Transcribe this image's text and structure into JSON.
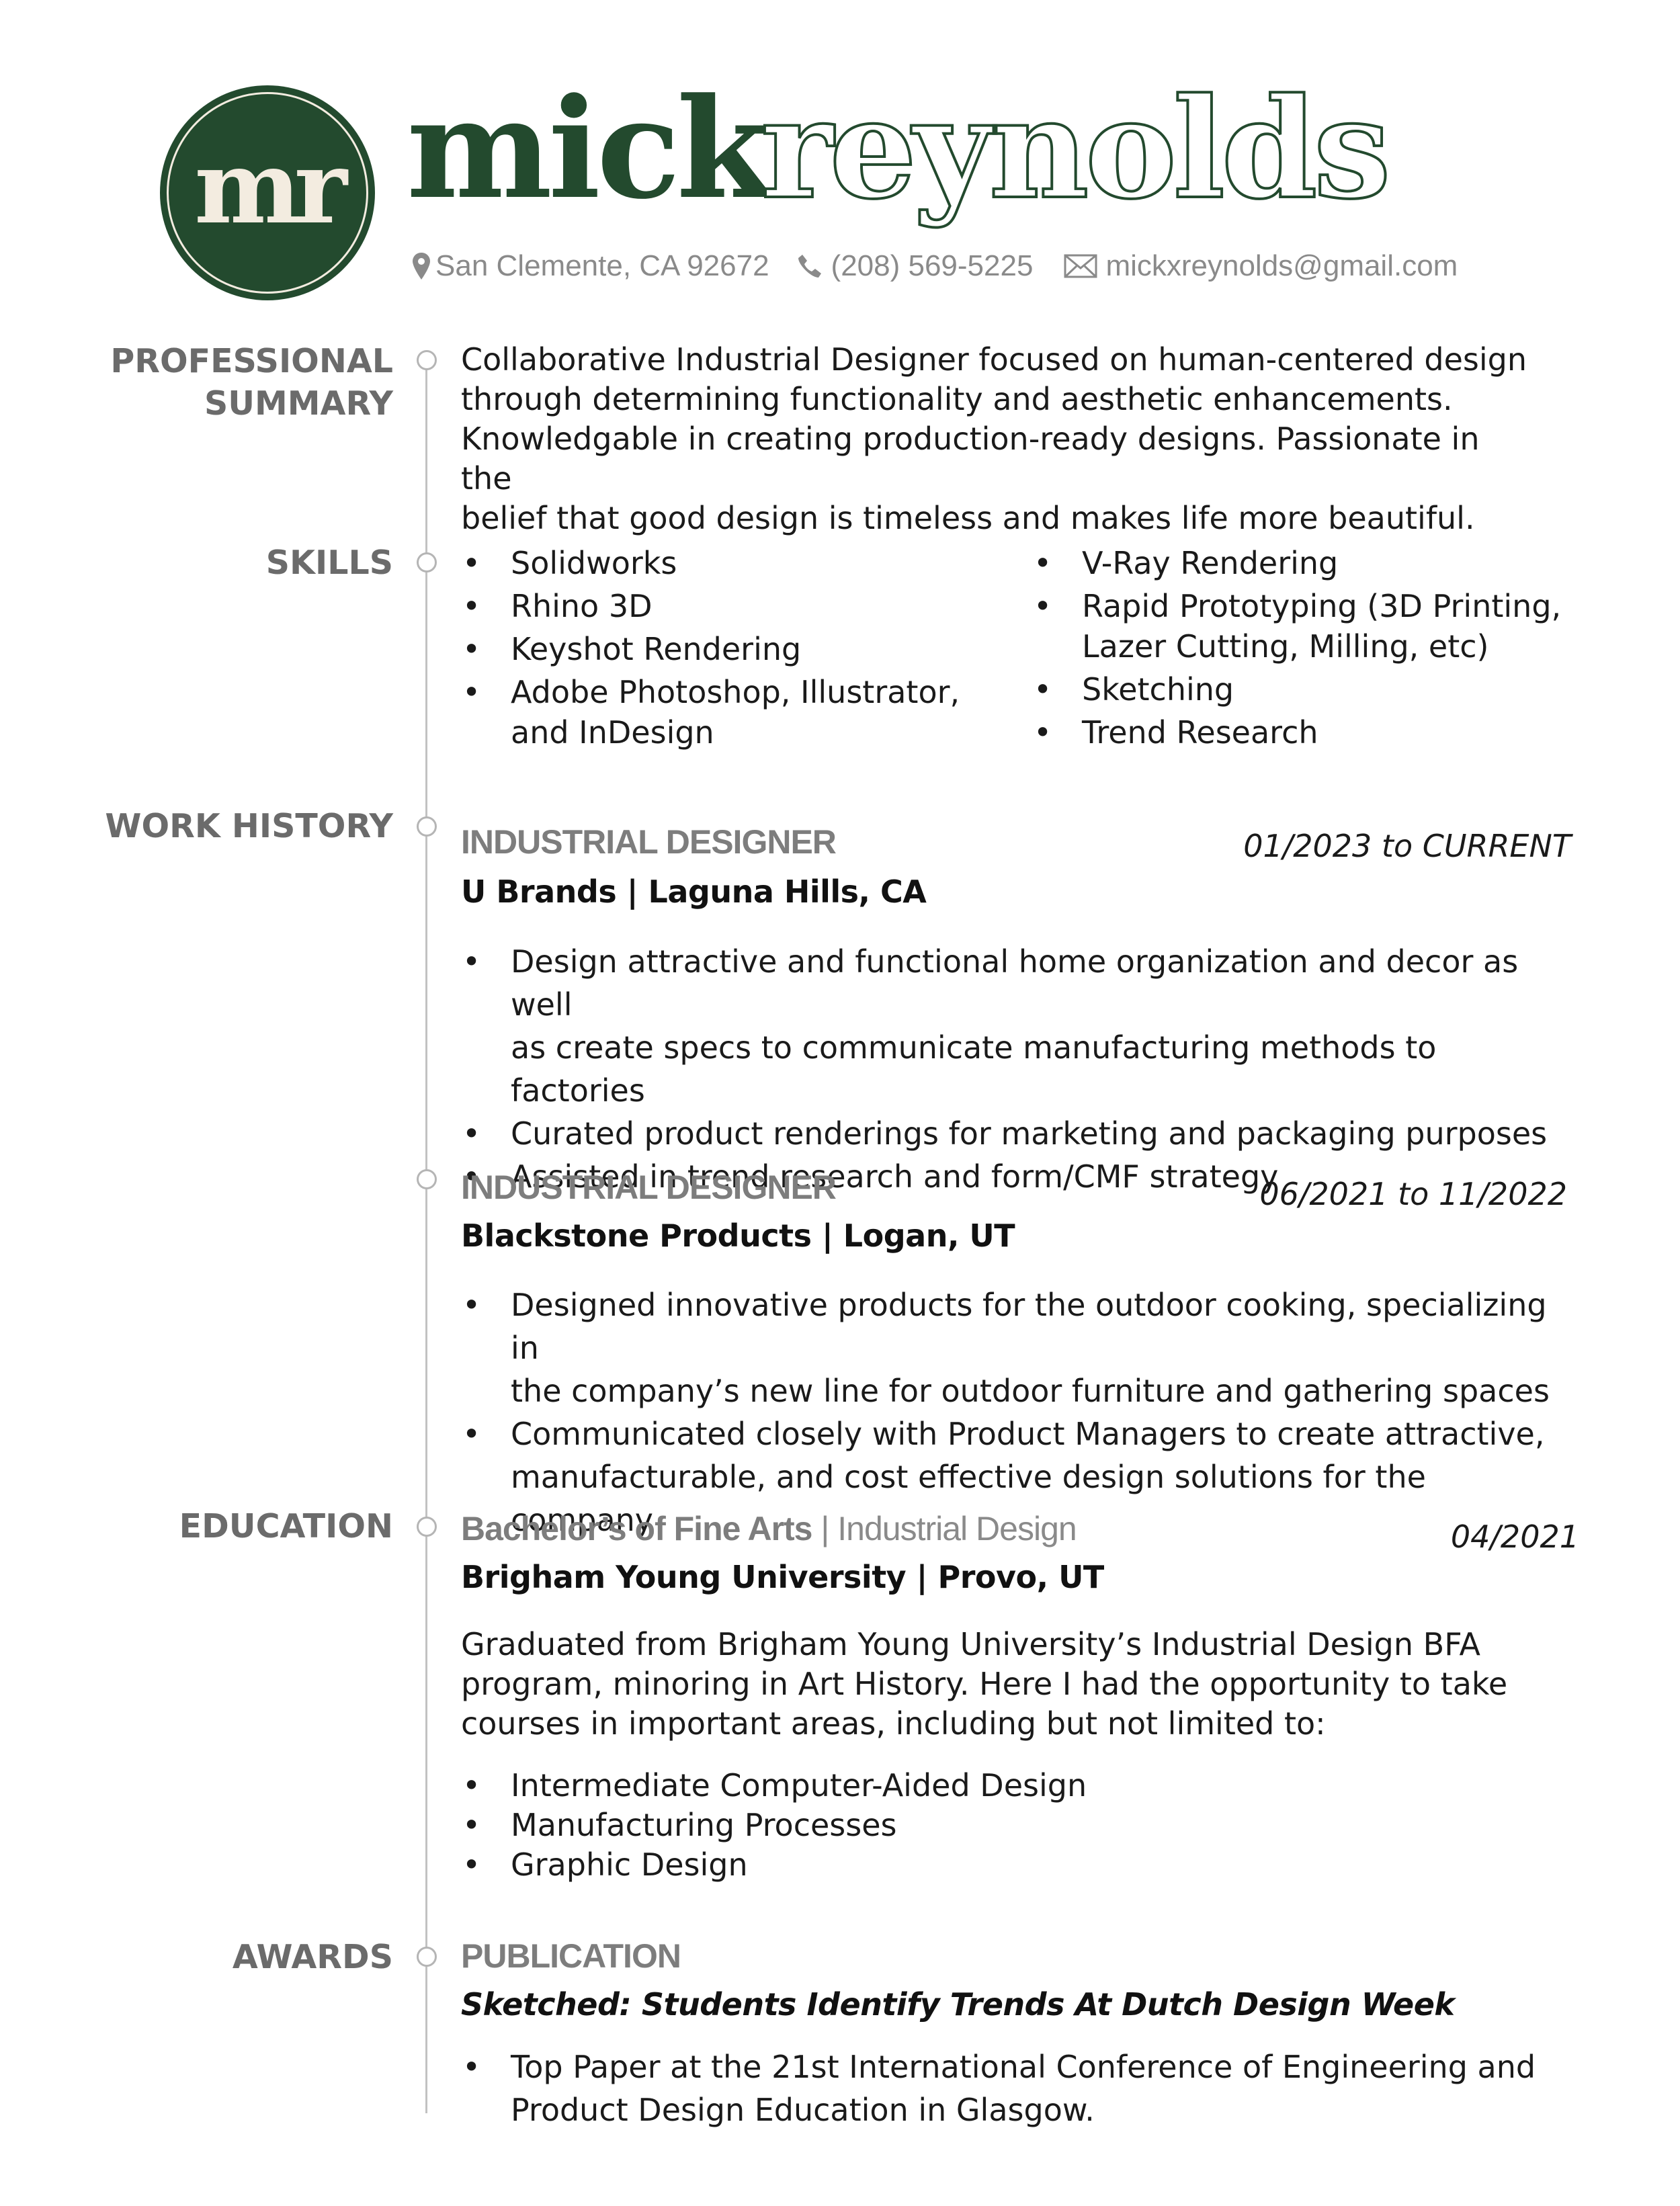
{
  "header": {
    "monogram": "mr",
    "first_name": "mick",
    "last_name": "reynolds",
    "location": "San Clemente, CA 92672",
    "phone": "(208) 569-5225",
    "email": "mickxreynolds@gmail.com",
    "brand_color": "#234a2e"
  },
  "summary": {
    "label_line1": "PROFESSIONAL",
    "label_line2": "SUMMARY",
    "lines": [
      "Collaborative Industrial Designer focused on human-centered design",
      "through determining functionality and aesthetic enhancements.",
      "Knowledgable in creating production-ready designs. Passionate in the",
      "belief that good design is timeless and makes life more beautiful."
    ]
  },
  "skills": {
    "label": "SKILLS",
    "left": [
      "Solidworks",
      "Rhino 3D",
      "Keyshot Rendering",
      "Adobe Photoshop, Illustrator,",
      "and InDesign"
    ],
    "right": [
      "V-Ray Rendering",
      "Rapid Prototyping (3D Printing,",
      "Lazer Cutting, Milling, etc)",
      "Sketching",
      "Trend Research"
    ]
  },
  "work": {
    "label": "WORK HISTORY",
    "jobs": [
      {
        "title": "INDUSTRIAL DESIGNER",
        "date": "01/2023 to CURRENT",
        "company": "U Brands | Laguna Hills, CA",
        "bullets": [
          "Design attractive and functional home organization and decor as well",
          "as create specs to communicate manufacturing methods to factories",
          "Curated product renderings for marketing and packaging purposes",
          "Assisted in trend research and form/CMF strategy"
        ]
      },
      {
        "title": "INDUSTRIAL DESIGNER",
        "date": "06/2021 to 11/2022",
        "company": "Blackstone Products | Logan, UT",
        "bullets": [
          "Designed innovative products for the outdoor cooking, specializing in",
          "the company’s new line for outdoor furniture and gathering spaces",
          "Communicated closely with Product Managers to create attractive,",
          "manufacturable, and cost effective design solutions for the company"
        ]
      }
    ]
  },
  "education": {
    "label": "EDUCATION",
    "degree": "Bachelor’s of Fine Arts",
    "separator": " | ",
    "field": "Industrial Design",
    "date": "04/2021",
    "school": "Brigham Young University | Provo, UT",
    "lines": [
      "Graduated from Brigham Young University’s Industrial Design BFA",
      "program, minoring in Art History. Here I had the opportunity to take",
      "courses in important areas, including but not limited to:"
    ],
    "courses": [
      "Intermediate Computer-Aided Design",
      "Manufacturing Processes",
      "Graphic Design"
    ]
  },
  "awards": {
    "label": "AWARDS",
    "title": "PUBLICATION",
    "publication": "Sketched: Students Identify Trends At Dutch Design Week",
    "bullets": [
      "Top Paper at the 21st International Conference of Engineering and",
      "Product Design Education in Glasgow."
    ]
  }
}
